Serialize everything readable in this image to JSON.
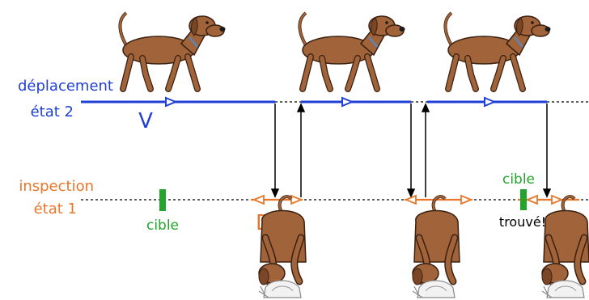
{
  "labels": {
    "state2_line1": "déplacement",
    "state2_line2": "état 2",
    "velocity": "V",
    "state1_line1": "inspection",
    "state1_line2": "état 1",
    "distance": "D",
    "target_left": "cible",
    "target_right": "cible",
    "found": "trouvé!"
  },
  "colors": {
    "movement": "#1f3fd6",
    "inspection": "#e8772a",
    "target": "#22a52a",
    "dog_body": "#a0633a",
    "dog_outline": "#3a2010",
    "arrow": "#000000"
  },
  "icons": {
    "walking_dog": "dog-walking-icon",
    "sniffing_dog": "dog-sniffing-icon"
  }
}
